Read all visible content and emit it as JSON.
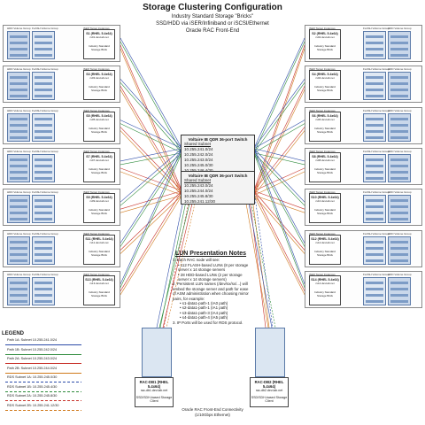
{
  "title": "Storage Clustering Configuration",
  "subtitle1": "Industry Standard Storage \"Bricks\"",
  "subtitle2": "SSD/HDD via iSER/Infiniband or iSCSI/Ethernet",
  "subtitle3": "Oracle RAC Front-End",
  "servers": [
    {
      "id": "S1",
      "name": "S1 (RHEL 5.4x64)",
      "sub": "rs01.dev.lab.net",
      "label": "Industry Standard Storage Brick",
      "side": "left",
      "row": 0
    },
    {
      "id": "S3",
      "name": "S3 (RHEL 5.4x64)",
      "sub": "rs03.dev.lab.net",
      "label": "Industry Standard Storage Brick",
      "side": "left",
      "row": 1
    },
    {
      "id": "S5",
      "name": "S5 (RHEL 5.4x64)",
      "sub": "rs05.dev.lab.net",
      "label": "Industry Standard Storage Brick",
      "side": "left",
      "row": 2
    },
    {
      "id": "S7",
      "name": "S7 (RHEL 5.4x64)",
      "sub": "rs07.dev.lab.net",
      "label": "Industry Standard Storage Brick",
      "side": "left",
      "row": 3
    },
    {
      "id": "S9",
      "name": "S9 (RHEL 5.4x64)",
      "sub": "rs09.dev.lab.net",
      "label": "Industry Standard Storage Brick",
      "side": "left",
      "row": 4
    },
    {
      "id": "S11",
      "name": "S11 (RHEL 5.4x64)",
      "sub": "rs11.dev.lab.net",
      "label": "Industry Standard Storage Brick",
      "side": "left",
      "row": 5
    },
    {
      "id": "S13",
      "name": "S13 (RHEL 5.4x64)",
      "sub": "rs13.dev.lab.net",
      "label": "Industry Standard Storage Brick",
      "side": "left",
      "row": 6
    },
    {
      "id": "S2",
      "name": "S2 (RHEL 5.4x64)",
      "sub": "rs02.dev.lab.net",
      "label": "Industry Standard Storage Brick",
      "side": "right",
      "row": 0
    },
    {
      "id": "S4",
      "name": "S4 (RHEL 5.4x64)",
      "sub": "rs04.dev.lab.net",
      "label": "Industry Standard Storage Brick",
      "side": "right",
      "row": 1
    },
    {
      "id": "S6",
      "name": "S6 (RHEL 5.4x64)",
      "sub": "rs06.dev.lab.net",
      "label": "Industry Standard Storage Brick",
      "side": "right",
      "row": 2
    },
    {
      "id": "S8",
      "name": "S8 (RHEL 5.4x64)",
      "sub": "rs08.dev.lab.net",
      "label": "Industry Standard Storage Brick",
      "side": "right",
      "row": 3
    },
    {
      "id": "S10",
      "name": "S10 (RHEL 5.4x64)",
      "sub": "rs10.dev.lab.net",
      "label": "Industry Standard Storage Brick",
      "side": "right",
      "row": 4
    },
    {
      "id": "S12",
      "name": "S12 (RHEL 5.4x64)",
      "sub": "rs12.dev.lab.net",
      "label": "Industry Standard Storage Brick",
      "side": "right",
      "row": 5
    },
    {
      "id": "S14",
      "name": "S14 (RHEL 5.4x64)",
      "sub": "rs14.dev.lab.net",
      "label": "Industry Standard Storage Brick",
      "side": "right",
      "row": 6
    }
  ],
  "group_labels": {
    "hdd": "HDD Volume Group",
    "flash": "FLASH Volume Group",
    "iser": "iSER Target Instances"
  },
  "switches": [
    {
      "id": "sw1",
      "name": "Voltaire IB QDR 36-port Switch",
      "subnet": "Shared Subnet",
      "ips": [
        "10.255.241.0/24",
        "10.255.242.0/24",
        "10.255.243.0/24",
        "10.255.245.0/30",
        "10.255.246.4/30"
      ]
    },
    {
      "id": "sw2",
      "name": "Voltaire IB QDR 36-port Switch",
      "subnet": "Shared Subnet",
      "ips": [
        "10.255.243.0/24",
        "10.255.244.0/24",
        "10.255.245.8/30",
        "10.255.241.12/30"
      ]
    }
  ],
  "lun_notes": {
    "title": "LUN Presentation Notes",
    "items": [
      "1. Each RAC node will see:",
      "• 112 FLASH-based LUNs (8 per storage server x 14 storage servers",
      "• 28 HDD-based LUNs (2 per storage server x 14 storage servers)",
      "2. Persistent LUN names (/dev/sx/sx/...) will embed the storage server and path for ease of ASM administration when choosing mirror pairs, for example:",
      "• s1-data1-path-1 (IA0 path)",
      "• s2-data1-path-1 (IA1 path)",
      "• s3-data1-path-3 (IA4 path)",
      "• s4-data1-path-4 (IA5 path)",
      "3. IP Ports will be used for RDS protocol."
    ]
  },
  "rac_nodes": [
    {
      "id": "rac1",
      "name": "RAC-DB1 (RHEL 5.4x64)",
      "sub": "rac-db1.dev.lab.net",
      "label": "SSD/SDH-based Storage Client"
    },
    {
      "id": "rac2",
      "name": "RAC-DB2 (RHEL 5.4x64)",
      "sub": "rac-db2.dev.lab.net",
      "label": "SSD/SDH-based Storage Client"
    }
  ],
  "footer": {
    "line1": "Oracle RAC Front-End Connectivity",
    "line2": "(1/10Gbps Ethernet)"
  },
  "legend": {
    "title": "LEGEND",
    "items": [
      {
        "label": "Path 1A: Subnet 10.255.241.0/24",
        "color": "#2b4aa8",
        "dash": "solid"
      },
      {
        "label": "Path 1B: Subnet 10.255.242.0/24",
        "color": "#2e8b3c",
        "dash": "solid"
      },
      {
        "label": "Path 2A: Subnet 10.255.243.0/24",
        "color": "#c8322a",
        "dash": "solid"
      },
      {
        "label": "Path 2B: Subnet 10.255.244.0/24",
        "color": "#d07a1c",
        "dash": "solid"
      },
      {
        "label": "RDS Subnet 1A: 10.255.245.0/30",
        "color": "#2b4aa8",
        "dash": "dashed"
      },
      {
        "label": "RDS Subnet 1B: 10.255.245.4/30",
        "color": "#2e8b3c",
        "dash": "dashed"
      },
      {
        "label": "RDS Subnet 2A: 10.255.245.8/30",
        "color": "#c8322a",
        "dash": "dashed"
      },
      {
        "label": "RDS Subnet 2B: 10.255.241.12/30",
        "color": "#d07a1c",
        "dash": "dashed"
      }
    ]
  },
  "path_colors": [
    "#2b4aa8",
    "#2e8b3c",
    "#c8322a",
    "#d07a1c"
  ]
}
